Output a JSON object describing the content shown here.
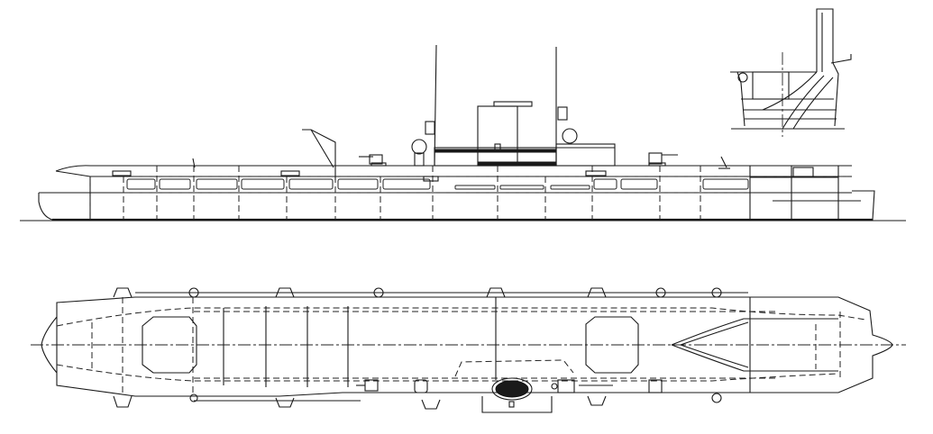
{
  "drawing": {
    "subject": "Aircraft carrier line drawing",
    "views": [
      {
        "id": "side-elevation",
        "label": "Side elevation"
      },
      {
        "id": "plan-view",
        "label": "Plan view (flight deck)"
      },
      {
        "id": "cross-section",
        "label": "Cross-section with funnel"
      }
    ],
    "colors": {
      "line": "#1a1a1a",
      "background": "#ffffff"
    }
  }
}
